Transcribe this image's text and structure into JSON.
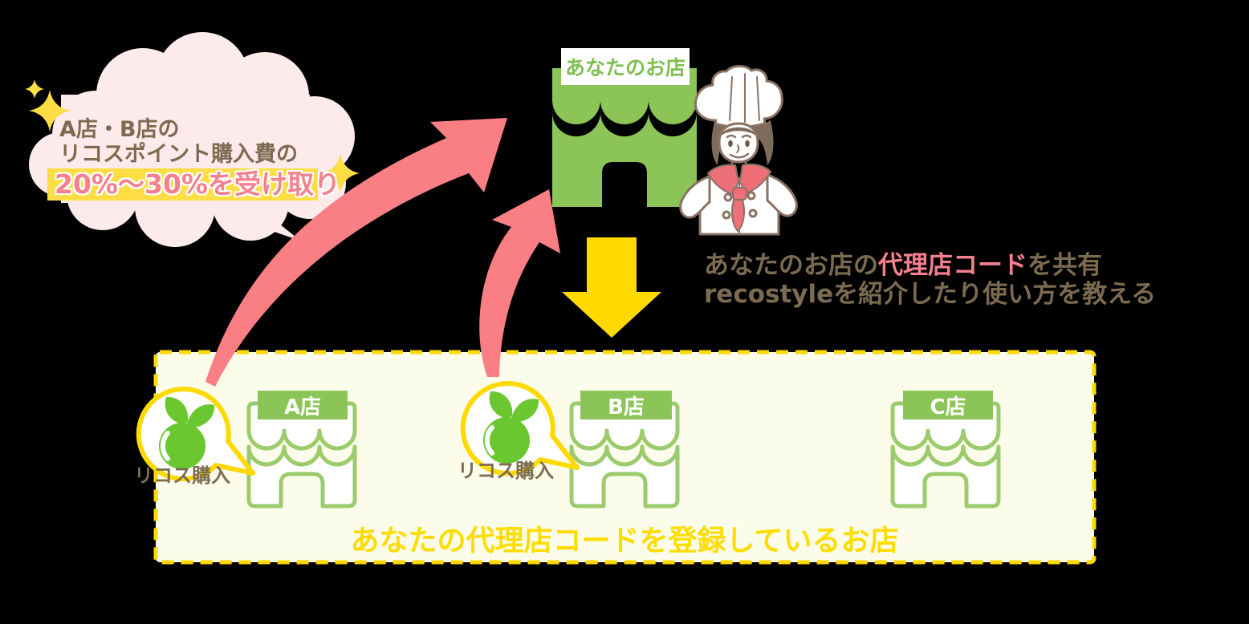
{
  "cloud_note": {
    "line1": "A店・B店の",
    "line2": "リコスポイント購入費の",
    "highlight": "20%〜30%を受け取り"
  },
  "your_store": {
    "sign": "あなたのお店"
  },
  "share_note": {
    "line1_part1": "あなたのお店の",
    "line1_highlight": "代理店コード",
    "line1_part2": "を共有",
    "line2": "recostyleを紹介したり使い方を教える"
  },
  "agency_box": {
    "caption": "あなたの代理店コードを登録しているお店",
    "stores": [
      {
        "label": "A店",
        "purchase_label": "リコス購入",
        "has_purchase_bubble": true
      },
      {
        "label": "B店",
        "purchase_label": "リコス購入",
        "has_purchase_bubble": true
      },
      {
        "label": "C店",
        "has_purchase_bubble": false
      }
    ]
  },
  "icons": [
    "cloud-bubble-icon",
    "sparkle-icon",
    "curved-arrow-icon",
    "store-icon",
    "chef-icon",
    "down-arrow-icon",
    "speech-bubble-icon",
    "recos-fruit-icon"
  ],
  "colors": {
    "background": "#000000",
    "store_green": "#8CC557",
    "outline_store_green": "#9CCB6D",
    "fruit_green": "#6BC72F",
    "yellow": "#FFD900",
    "highlight_bar_yellow": "#FFDD44",
    "caption_yellow": "#FFDC00",
    "arrow_pink": "#F97F85",
    "text_pink": "#F5808E",
    "cloud_pink": "#FCEBEA",
    "text_brown": "#7C6B51",
    "box_bg": "#FCFCEA",
    "scarf_red": "#ED6F78",
    "chef_outline": "#8A7265"
  }
}
